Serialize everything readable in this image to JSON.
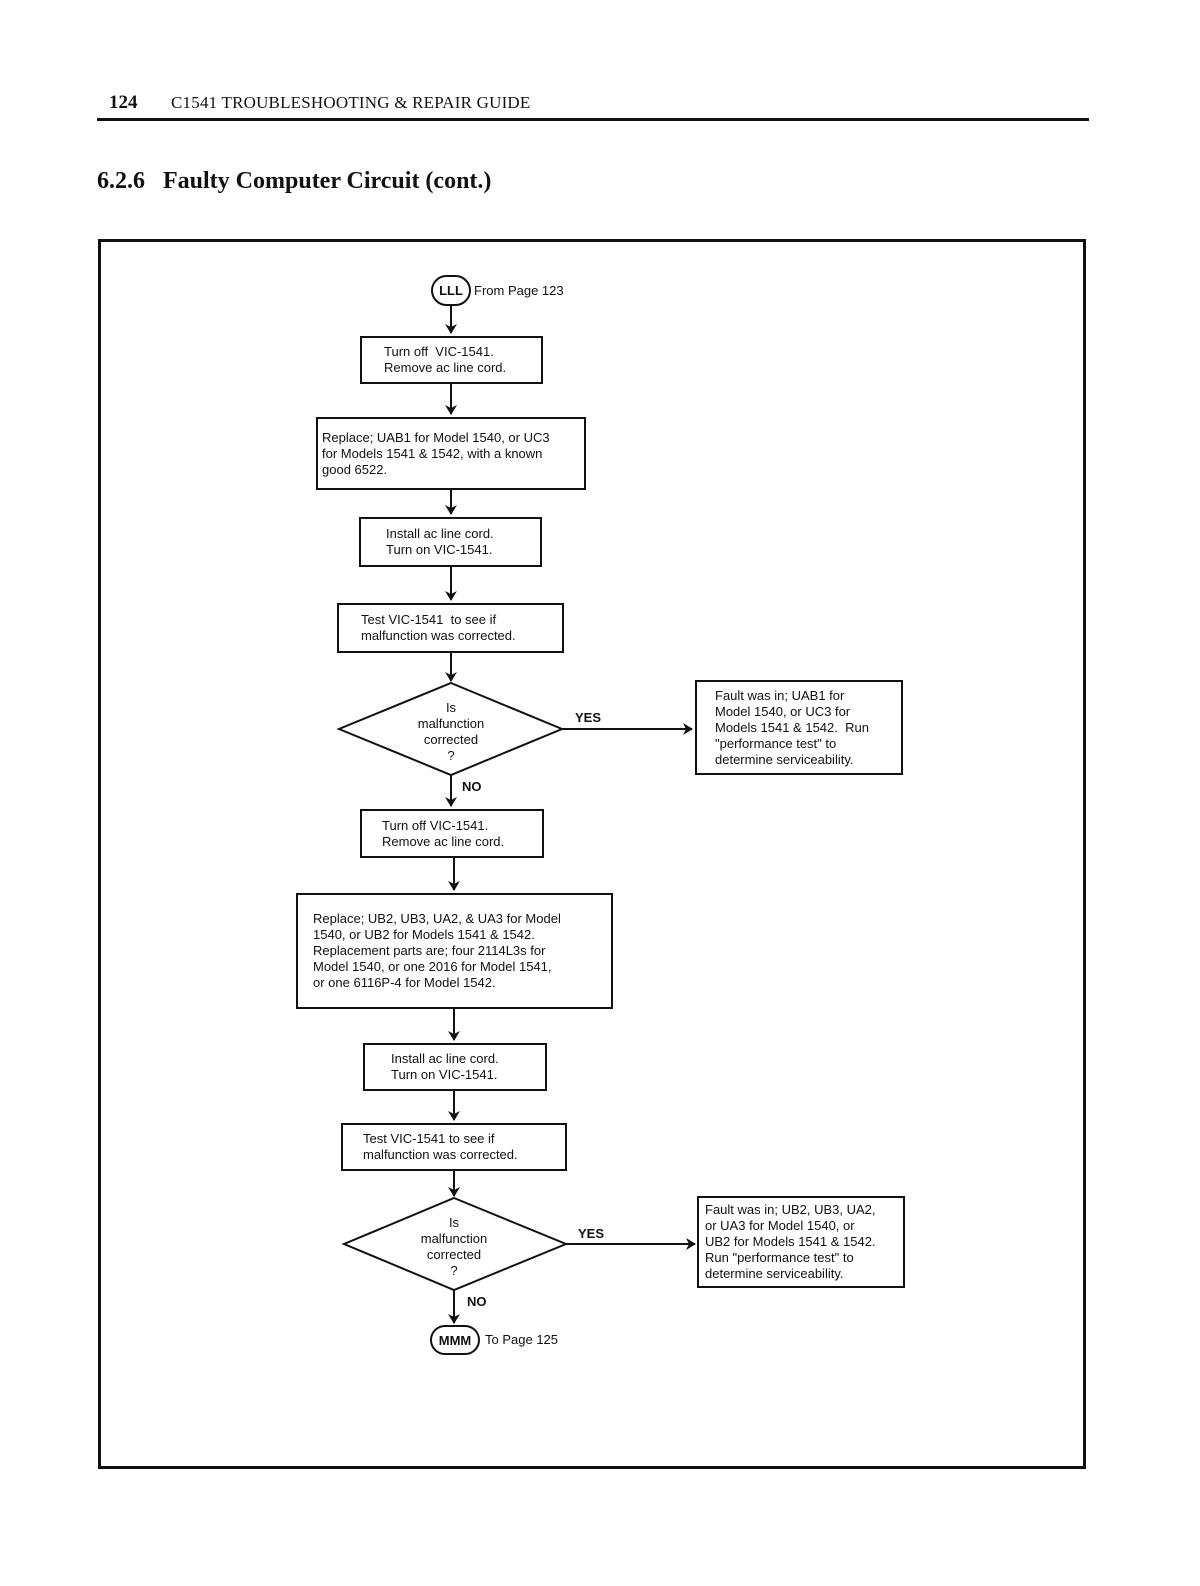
{
  "header": {
    "page_number": "124",
    "running_head": "C1541 TROUBLESHOOTING & REPAIR GUIDE"
  },
  "section": {
    "number": "6.2.6",
    "title": "Faulty Computer Circuit (cont.)"
  },
  "flowchart": {
    "start_connector": {
      "label": "LLL",
      "text": "From Page 123"
    },
    "steps": [
      "Turn off  VIC-1541.\nRemove ac line cord.",
      "Replace; UAB1 for Model 1540, or UC3\nfor Models 1541 & 1542, with a known\ngood 6522.",
      "Install ac line cord.\nTurn on VIC-1541.",
      "Test VIC-1541  to see if\nmalfunction was corrected.",
      "Turn off VIC-1541.\nRemove ac line cord.",
      "Replace; UB2, UB3, UA2, & UA3 for Model\n1540, or UB2 for Models 1541 & 1542.\nReplacement parts are; four 2114L3s for\nModel 1540, or one 2016 for Model 1541,\nor one 6116P-4 for Model 1542.",
      "Install ac line cord.\nTurn on VIC-1541.",
      "Test VIC-1541 to see if\nmalfunction was corrected."
    ],
    "decisions": [
      "Is\nmalfunction\ncorrected\n?",
      "Is\nmalfunction\ncorrected\n?"
    ],
    "outcomes": [
      "Fault was in; UAB1 for\nModel 1540, or UC3 for\nModels 1541 & 1542.  Run\n\"performance test\" to\ndetermine serviceability.",
      "Fault was in; UB2, UB3, UA2,\nor UA3 for Model 1540, or\nUB2 for Models 1541 & 1542.\nRun \"performance test\" to\ndetermine serviceability."
    ],
    "yes_label": "YES",
    "no_label": "NO",
    "end_connector": {
      "label": "MMM",
      "text": "To Page 125"
    }
  }
}
